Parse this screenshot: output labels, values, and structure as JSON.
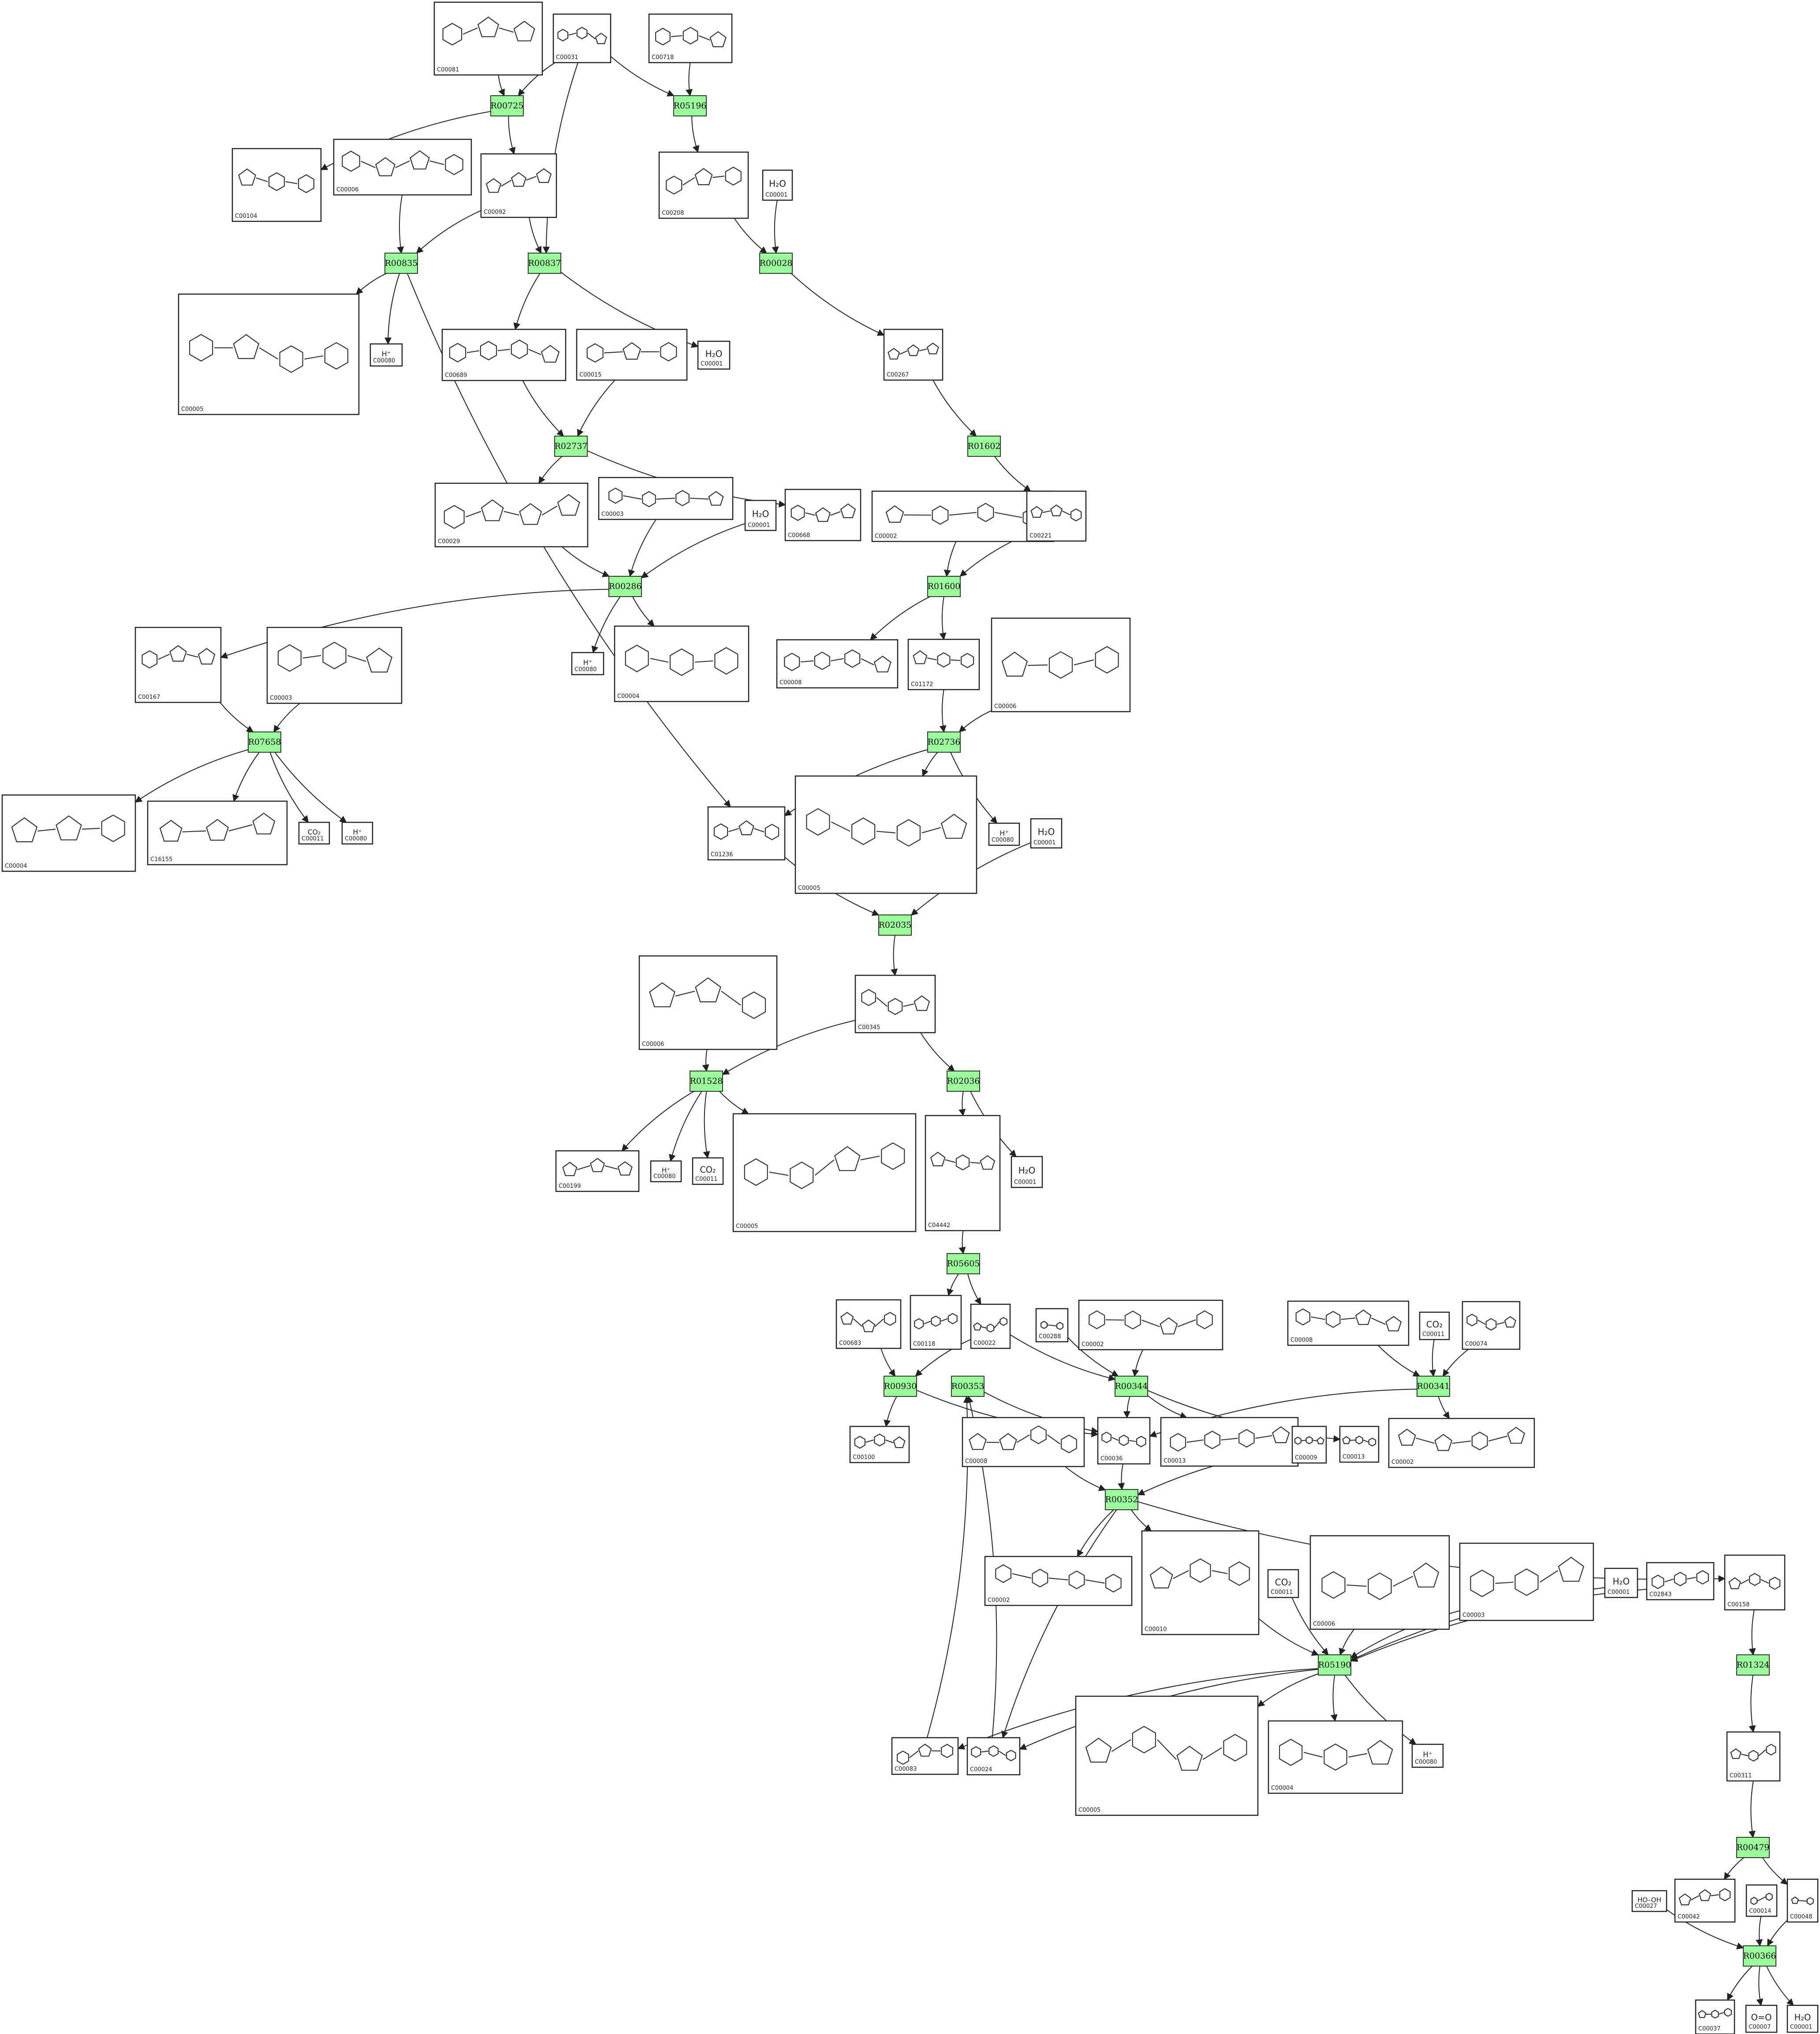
{
  "reactions": [
    {
      "id": "R00725"
    },
    {
      "id": "R05196"
    },
    {
      "id": "R00835"
    },
    {
      "id": "R00837"
    },
    {
      "id": "R00028"
    },
    {
      "id": "R02737"
    },
    {
      "id": "R01602"
    },
    {
      "id": "R00286"
    },
    {
      "id": "R01600"
    },
    {
      "id": "R07658"
    },
    {
      "id": "R02736"
    },
    {
      "id": "R02035"
    },
    {
      "id": "R01528"
    },
    {
      "id": "R02036"
    },
    {
      "id": "R05605"
    },
    {
      "id": "R00930"
    },
    {
      "id": "R00353"
    },
    {
      "id": "R00344"
    },
    {
      "id": "R00341"
    },
    {
      "id": "R00352"
    },
    {
      "id": "R05190"
    },
    {
      "id": "R01324"
    },
    {
      "id": "R00479"
    },
    {
      "id": "R00366"
    }
  ],
  "compounds": [
    {
      "key": "c1",
      "id": "C00081",
      "text": ""
    },
    {
      "key": "c2",
      "id": "C00031",
      "text": ""
    },
    {
      "key": "c3",
      "id": "C00718",
      "text": ""
    },
    {
      "key": "c4",
      "id": "C00104",
      "text": ""
    },
    {
      "key": "c5",
      "id": "C00006",
      "text": ""
    },
    {
      "key": "c6",
      "id": "C00092",
      "text": ""
    },
    {
      "key": "c7",
      "id": "C00208",
      "text": ""
    },
    {
      "key": "c8",
      "id": "C00001",
      "text": "H₂O"
    },
    {
      "key": "c9",
      "id": "C00005",
      "text": ""
    },
    {
      "key": "c10",
      "id": "C00080",
      "text": "H⁺"
    },
    {
      "key": "c11",
      "id": "C00689",
      "text": ""
    },
    {
      "key": "c12",
      "id": "C00015",
      "text": ""
    },
    {
      "key": "c13",
      "id": "C00001",
      "text": "H₂O"
    },
    {
      "key": "c14",
      "id": "C00267",
      "text": ""
    },
    {
      "key": "c15",
      "id": "C00029",
      "text": ""
    },
    {
      "key": "c16",
      "id": "C00003",
      "text": ""
    },
    {
      "key": "c17",
      "id": "C00001",
      "text": "H₂O"
    },
    {
      "key": "c18",
      "id": "C00668",
      "text": ""
    },
    {
      "key": "c19",
      "id": "C00002",
      "text": ""
    },
    {
      "key": "c20",
      "id": "C00221",
      "text": ""
    },
    {
      "key": "c21",
      "id": "C00167",
      "text": ""
    },
    {
      "key": "c22",
      "id": "C00003",
      "text": ""
    },
    {
      "key": "c23",
      "id": "C00080",
      "text": "H⁺"
    },
    {
      "key": "c24",
      "id": "C00004",
      "text": ""
    },
    {
      "key": "c25",
      "id": "C00008",
      "text": ""
    },
    {
      "key": "c26",
      "id": "C01172",
      "text": ""
    },
    {
      "key": "c27",
      "id": "C00006",
      "text": ""
    },
    {
      "key": "c28",
      "id": "C00004",
      "text": ""
    },
    {
      "key": "c29",
      "id": "C16155",
      "text": ""
    },
    {
      "key": "c30",
      "id": "C00011",
      "text": "CO₂"
    },
    {
      "key": "c31",
      "id": "C00080",
      "text": "H⁺"
    },
    {
      "key": "c32",
      "id": "C01236",
      "text": ""
    },
    {
      "key": "c33",
      "id": "C00005",
      "text": ""
    },
    {
      "key": "c34",
      "id": "C00080",
      "text": "H⁺"
    },
    {
      "key": "c35",
      "id": "C00001",
      "text": "H₂O"
    },
    {
      "key": "c36",
      "id": "C00006",
      "text": ""
    },
    {
      "key": "c37",
      "id": "C00345",
      "text": ""
    },
    {
      "key": "c38",
      "id": "C00199",
      "text": ""
    },
    {
      "key": "c39",
      "id": "C00080",
      "text": "H⁺"
    },
    {
      "key": "c40",
      "id": "C00011",
      "text": "CO₂"
    },
    {
      "key": "c41",
      "id": "C00005",
      "text": ""
    },
    {
      "key": "c42",
      "id": "C04442",
      "text": ""
    },
    {
      "key": "c43",
      "id": "C00001",
      "text": "H₂O"
    },
    {
      "key": "c44",
      "id": "C00683",
      "text": ""
    },
    {
      "key": "c45",
      "id": "C00118",
      "text": ""
    },
    {
      "key": "c46",
      "id": "C00022",
      "text": ""
    },
    {
      "key": "c47",
      "id": "C00288",
      "text": ""
    },
    {
      "key": "c48",
      "id": "C00002",
      "text": ""
    },
    {
      "key": "c49",
      "id": "C00008",
      "text": ""
    },
    {
      "key": "c50",
      "id": "C00011",
      "text": "CO₂"
    },
    {
      "key": "c51",
      "id": "C00074",
      "text": ""
    },
    {
      "key": "c52",
      "id": "C00100",
      "text": ""
    },
    {
      "key": "c53",
      "id": "C00008",
      "text": ""
    },
    {
      "key": "c54",
      "id": "C00036",
      "text": ""
    },
    {
      "key": "c55",
      "id": "C00013",
      "text": ""
    },
    {
      "key": "c56",
      "id": "C00009",
      "text": ""
    },
    {
      "key": "c57",
      "id": "C00013",
      "text": ""
    },
    {
      "key": "c58",
      "id": "C00002",
      "text": ""
    },
    {
      "key": "c59",
      "id": "C00002",
      "text": ""
    },
    {
      "key": "c60",
      "id": "C00010",
      "text": ""
    },
    {
      "key": "c61",
      "id": "C00011",
      "text": "CO₂"
    },
    {
      "key": "c62",
      "id": "C00006",
      "text": ""
    },
    {
      "key": "c63",
      "id": "C00003",
      "text": ""
    },
    {
      "key": "c64",
      "id": "C00001",
      "text": "H₂O"
    },
    {
      "key": "c65",
      "id": "C02843",
      "text": ""
    },
    {
      "key": "c66",
      "id": "C00158",
      "text": ""
    },
    {
      "key": "c67",
      "id": "C00083",
      "text": ""
    },
    {
      "key": "c68",
      "id": "C00024",
      "text": ""
    },
    {
      "key": "c69",
      "id": "C00005",
      "text": ""
    },
    {
      "key": "c70",
      "id": "C00004",
      "text": ""
    },
    {
      "key": "c71",
      "id": "C00080",
      "text": "H⁺"
    },
    {
      "key": "c72",
      "id": "C00311",
      "text": ""
    },
    {
      "key": "c73",
      "id": "C00042",
      "text": ""
    },
    {
      "key": "c74",
      "id": "C00014",
      "text": ""
    },
    {
      "key": "c75",
      "id": "C00048",
      "text": ""
    },
    {
      "key": "c76",
      "id": "C00027",
      "text": "HO–OH"
    },
    {
      "key": "c77",
      "id": "C00037",
      "text": ""
    },
    {
      "key": "c78",
      "id": "C00007",
      "text": "O=O"
    },
    {
      "key": "c79",
      "id": "C00001",
      "text": "H₂O"
    }
  ]
}
